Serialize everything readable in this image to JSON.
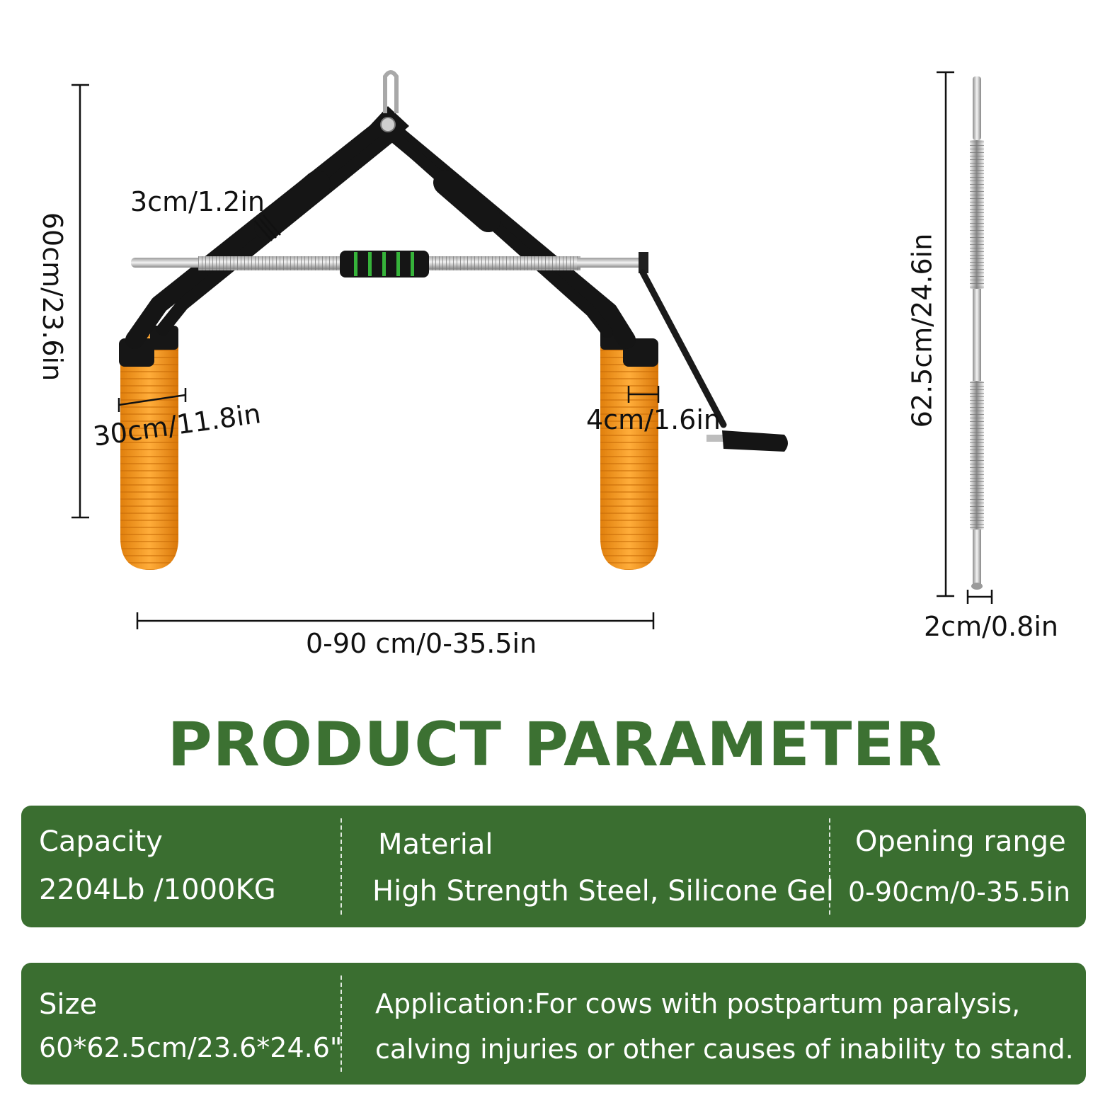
{
  "dimensions": {
    "height": "60cm/23.6in",
    "tube_diameter": "3cm/1.2in",
    "hook_width": "30cm/11.8in",
    "pad_width": "4cm/1.6in",
    "opening": "0-90 cm/0-35.5in",
    "rod_length": "62.5cm/24.6in",
    "rod_diameter": "2cm/0.8in"
  },
  "title": "PRODUCT PARAMETER",
  "params_row1": {
    "capacity_label": "Capacity",
    "capacity_value": "2204Lb /1000KG",
    "material_label": "Material",
    "material_value": "High Strength Steel, Silicone Gel",
    "opening_label": "Opening range",
    "opening_value": "0-90cm/0-35.5in"
  },
  "params_row2": {
    "size_label": "Size",
    "size_value": "60*62.5cm/23.6*24.6\"",
    "application_line1": "Application:For cows with postpartum paralysis,",
    "application_line2": "calving injuries or other causes of inability to stand."
  },
  "colors": {
    "panel_green": "#3a6e30",
    "title_green": "#3c7132",
    "pad_orange": "#f29a1e",
    "frame_black": "#151515"
  }
}
